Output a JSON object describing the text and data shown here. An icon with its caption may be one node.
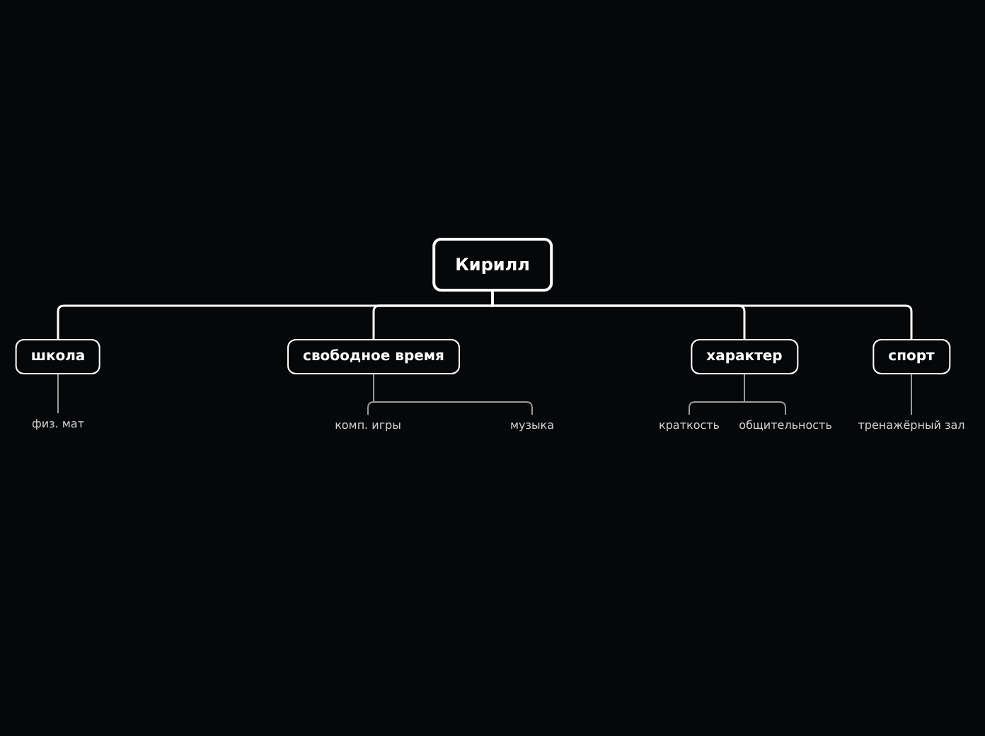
{
  "diagram": {
    "nodes": [
      {
        "text": [
          "Кирилл"
        ]
      },
      {
        "text": [
          "школа"
        ]
      },
      {
        "text": [
          "свободное время"
        ]
      },
      {
        "text": [
          "характер"
        ]
      },
      {
        "text": [
          "спорт"
        ]
      },
      {
        "text": [
          "физ. мат"
        ]
      },
      {
        "text": [
          "комп. игры"
        ]
      },
      {
        "text": [
          "музыка"
        ]
      },
      {
        "text": [
          "краткость"
        ]
      },
      {
        "text": [
          "общительность"
        ]
      },
      {
        "text": [
          "тренажёрный зал"
        ]
      }
    ],
    "edges": [
      {
        "from": 0,
        "to": 1,
        "arrow": "none",
        "color": "#ffffff"
      },
      {
        "from": 0,
        "to": 2,
        "arrow": "none",
        "color": "#ffffff"
      },
      {
        "from": 0,
        "to": 3,
        "arrow": "none",
        "color": "#ffffff"
      },
      {
        "from": 0,
        "to": 4,
        "arrow": "none",
        "color": "#ffffff"
      },
      {
        "from": 1,
        "to": 5,
        "arrow": "none"
      },
      {
        "from": 2,
        "to": 6,
        "arrow": "none"
      },
      {
        "from": 2,
        "to": 7,
        "arrow": "none"
      },
      {
        "from": 3,
        "to": 8,
        "arrow": "none"
      },
      {
        "from": 3,
        "to": 9,
        "arrow": "none"
      },
      {
        "from": 4,
        "to": 10,
        "arrow": "none"
      }
    ]
  }
}
